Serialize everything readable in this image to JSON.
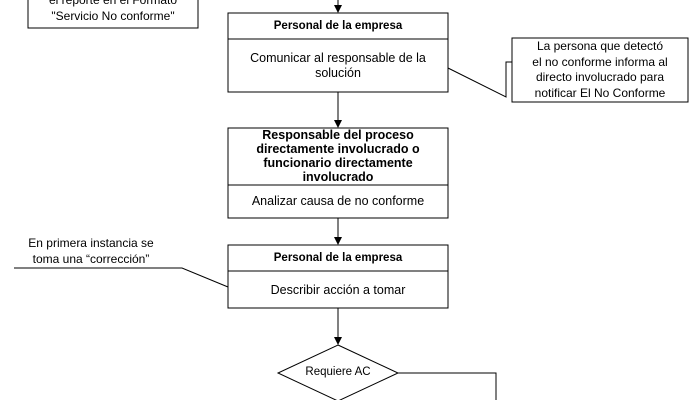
{
  "flowchart": {
    "top_note": {
      "line1": "el reporte en el Formato",
      "line2": "\"Servicio No conforme\""
    },
    "box1": {
      "header": "Personal de la empresa",
      "body": "Comunicar al responsable de la\nsolución"
    },
    "note_right": "La persona que detectó\nel no conforme informa al\ndirecto involucrado para\nnotificar El No Conforme",
    "box2": {
      "header": "Responsable del proceso\ndirectamente involucrado o\nfuncionario directamente\ninvolucrado",
      "body": "Analizar causa de no conforme"
    },
    "note_left": "En primera instancia se\ntoma una “corrección”",
    "box3": {
      "header": "Personal de la empresa",
      "body": "Describir acción a tomar"
    },
    "decision": {
      "label": "Requiere AC"
    }
  }
}
